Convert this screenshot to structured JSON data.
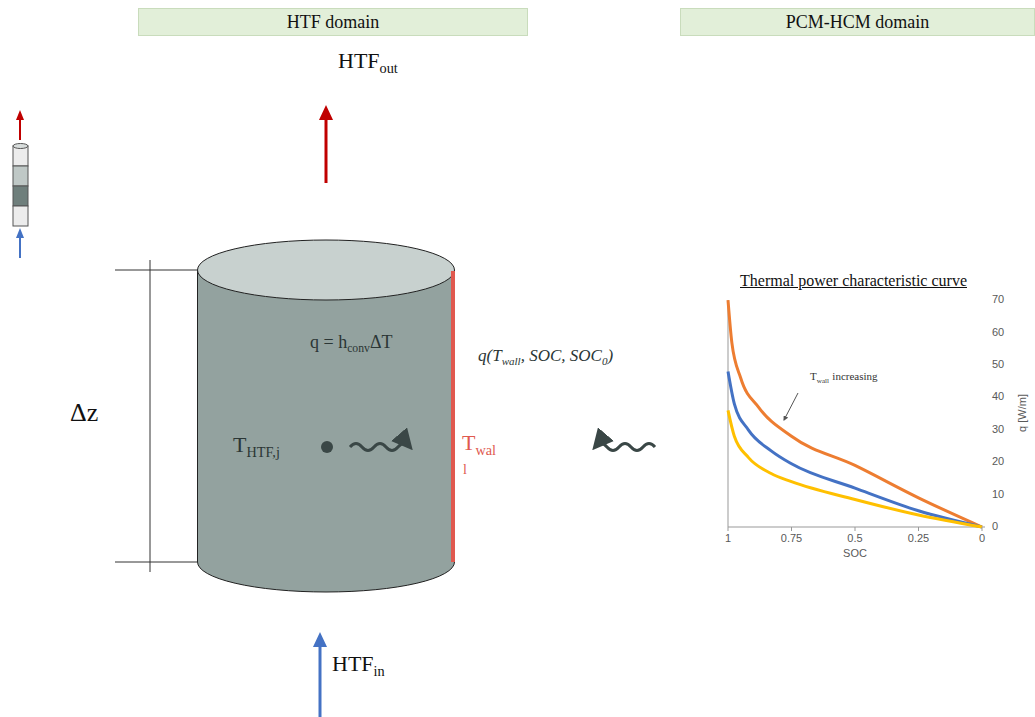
{
  "diagram": {
    "nodes": [
      {
        "text": [
          "HTF domain"
        ]
      },
      {
        "text": [
          "PCM-HCM domain"
        ]
      },
      {
        "text": [
          "q = h",
          "conv",
          "ΔT",
          "T",
          "HTF,j"
        ]
      }
    ],
    "labels": [
      "HTF",
      "out",
      "HTF",
      "in",
      "Δz",
      "T",
      "wal",
      "l",
      "q(T",
      "wall",
      ", SOC, SOC",
      "0",
      ")",
      "Thermal power characteristic curve",
      "70",
      "60",
      "50",
      "40",
      "30",
      "20",
      "10",
      "0",
      "q [W/m]",
      "1",
      "0.75",
      "0.5",
      "0.25",
      "0",
      "SOC",
      "T",
      "wall",
      "increasing"
    ]
  }
}
